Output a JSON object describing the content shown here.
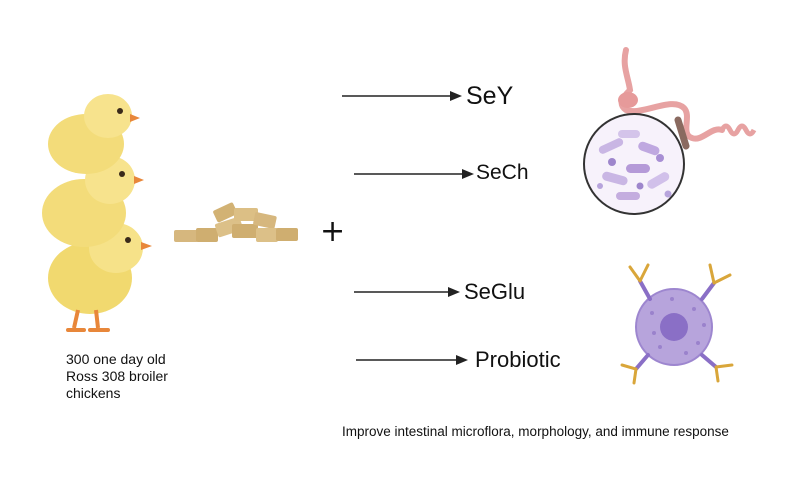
{
  "chickens": {
    "caption_lines": [
      "300 one day old",
      "Ross 308 broiler",
      "chickens"
    ],
    "icon": "chick-stack-icon"
  },
  "feed": {
    "icon": "feed-pellets-icon"
  },
  "plus_sign": "+",
  "treatments": [
    {
      "label": "SeY"
    },
    {
      "label": "SeCh"
    },
    {
      "label": "SeGlu"
    },
    {
      "label": "Probiotic"
    }
  ],
  "icons": {
    "gut": "intestine-microflora-icon",
    "immune": "immune-cell-antibody-icon"
  },
  "outcome": "Improve intestinal microflora, morphology, and immune response",
  "colors": {
    "chick_body": "#f3dc7a",
    "chick_beak": "#e8873a",
    "feed": "#d6b77e",
    "gut_pink": "#e7a2a2",
    "bacteria_purple": "#c9b6e4",
    "cell_purple": "#b7a4dc",
    "antibody_gold": "#d9a63a"
  }
}
